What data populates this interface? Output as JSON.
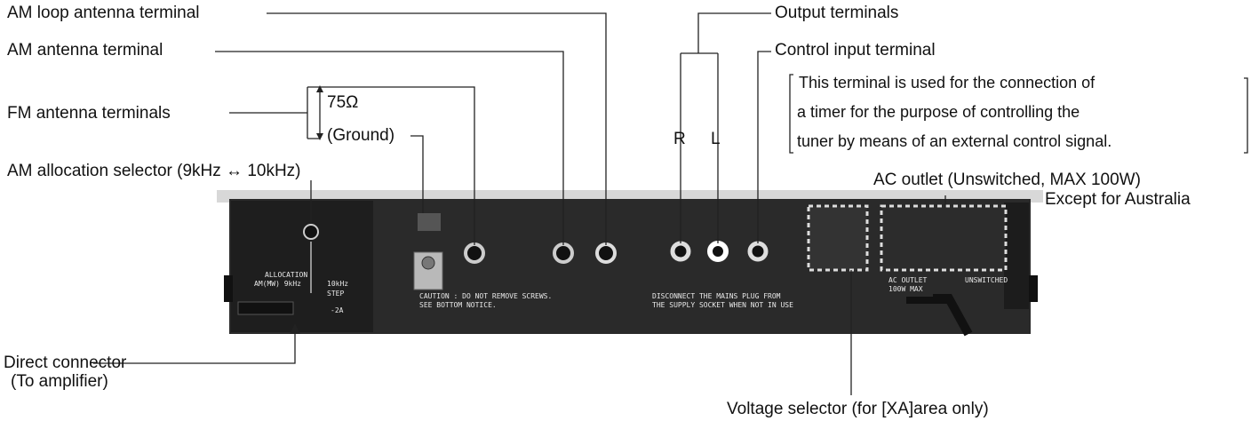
{
  "labels": {
    "am_loop": "AM loop antenna terminal",
    "am_antenna": "AM antenna terminal",
    "fm_antenna": "FM antenna terminals",
    "ohm75": "75Ω",
    "ground": "(Ground)",
    "am_alloc": "AM allocation selector (9kHz ↔ 10kHz)",
    "output": "Output terminals",
    "control": "Control input terminal",
    "note_lines": [
      "This terminal is used for the connection of",
      "a timer for the purpose of controlling the",
      "tuner by means of an external control signal."
    ],
    "right": "R",
    "left": "L",
    "ac_outlet": "AC outlet (Unswitched, MAX 100W)",
    "except_aus": "Except for Australia",
    "direct1": "Direct connector",
    "direct2": "(To amplifier)",
    "voltage": "Voltage selector (for [XA]area only)"
  },
  "panel_text": {
    "allocation": "ALLOCATION",
    "alloc_sub": "AM(MW) 9kHz",
    "khz10": "10kHz",
    "step": "STEP",
    "caution1": "CAUTION : DO NOT REMOVE SCREWS.",
    "caution2": "SEE BOTTOM NOTICE.",
    "mains1": "DISCONNECT THE MAINS PLUG FROM",
    "mains2": "THE SUPPLY SOCKET WHEN NOT IN USE",
    "ac_outlet_print": "AC OUTLET",
    "max_print": "100W MAX",
    "unswitched_print": "UNSWITCHED",
    "code": "-2A"
  }
}
